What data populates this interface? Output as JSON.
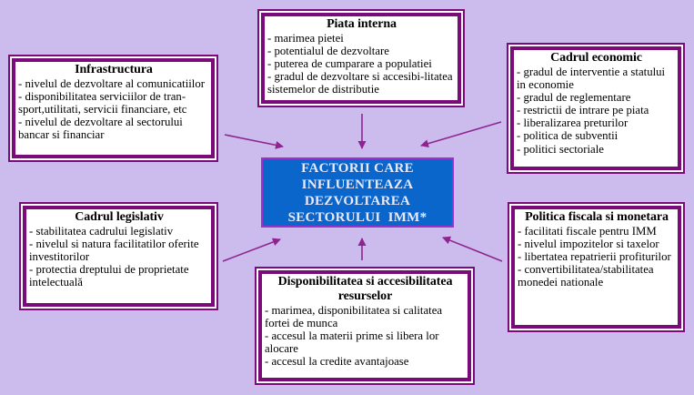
{
  "colors": {
    "background": "#CCBCEE",
    "box_border": "#7B0A7B",
    "box_bg": "#FFFFFF",
    "text": "#000000",
    "arrow": "#8F2490",
    "center_bg": "#0B66CC",
    "center_border": "#9933CC",
    "center_text": "#E9E9FA"
  },
  "center": {
    "lines": [
      "FACTORII CARE",
      "INFLUENTEAZA",
      "DEZVOLTAREA",
      "SECTORULUI  IMM*"
    ]
  },
  "boxes": [
    {
      "title": "Infrastructura",
      "items": [
        "- nivelul de dezvoltare al comunicatiilor",
        "- disponibilitatea serviciilor de tran-sport,utilitati, servicii financiare, etc",
        "- nivelul de dezvoltare al sectorului bancar si financiar"
      ]
    },
    {
      "title": "Piata interna",
      "items": [
        "- marimea pietei",
        "- potentialul de dezvoltare",
        "- puterea de cumparare a populatiei",
        "- gradul de dezvoltare si accesibi-litatea sistemelor de distributie"
      ]
    },
    {
      "title": "Cadrul economic",
      "items": [
        "- gradul de interventie a statului in economie",
        "- gradul de reglementare",
        "- restrictii de intrare pe piata",
        "- liberalizarea preturilor",
        "- politica de subventii",
        "- politici sectoriale"
      ]
    },
    {
      "title": "Cadrul legislativ",
      "items": [
        "- stabilitatea cadrului legislativ",
        "- nivelul si natura facilitatilor oferite investitorilor",
        "- protectia dreptului de proprietate intelectuală"
      ]
    },
    {
      "title": "Disponibilitatea si accesibilitatea resurselor",
      "items": [
        "- marimea, disponibilitatea si calitatea fortei de munca",
        "- accesul la materii prime si libera lor alocare",
        "- accesul la credite avantajoase"
      ]
    },
    {
      "title": "Politica fiscala si monetara",
      "items": [
        "- facilitati fiscale pentru IMM",
        "- nivelul impozitelor si taxelor",
        "- libertatea repatrierii profiturilor",
        "- convertibilitatea/stabilitatea monedei nationale"
      ]
    }
  ]
}
